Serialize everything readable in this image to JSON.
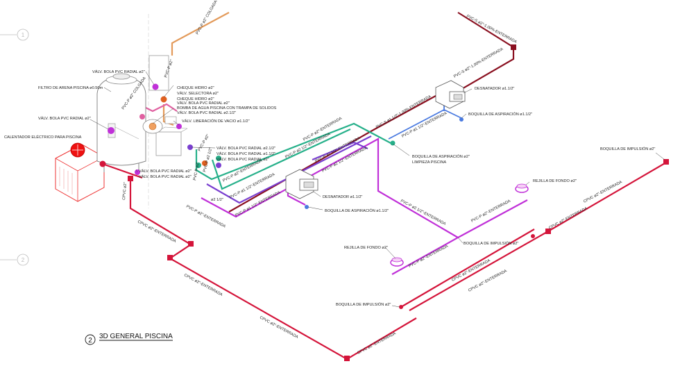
{
  "title": {
    "number": "2",
    "text": "3D GENERAL PISCINA"
  },
  "grid_markers": [
    "1",
    "2"
  ],
  "colors": {
    "cpvc": "#d4143a",
    "pvc_green": "#26b08a",
    "pvc_magenta": "#c030d8",
    "pvc_violet": "#7a3fd0",
    "pvc_darkred": "#8a1020",
    "pvc_blue": "#4a7ae0",
    "pvc_orange": "#e39a5a",
    "pvc_pink": "#e060a0"
  },
  "equipment_labels": {
    "valv_bola_top": "VÁLV. BOLA PVC RADIAL ø2\"",
    "filtro": "FILTRO DE ARENA PISCINA ø0.50m",
    "valv_bola_left": "VÁLV. BOLA PVC RADIAL ø2\"",
    "calentador": "CALENTADOR ELÉCTRICO PARA PISCINA",
    "cheque": "CHEQUE HIDRO ø2\"",
    "valv_selectora": "VÁLV. SELECTORA ø2\"",
    "cheque2": "CHEQUE HIDRO ø2\"",
    "valv_bola_3": "VÁLV. BOLA PVC RADIAL ø2\"",
    "bomba": "BOMBA DE AGUA PISCINA CON TRAMPA DE SOLIDOS",
    "valv_bola_4": "VÁLV. BOLA PVC RADIAL ø2.1/2\"",
    "valv_vacio": "VÁLV. LIBERACIÓN DE VACIO ø1.1/2\"",
    "valv_r1": "VÁLV. BOLA PVC RADIAL ø2.1/2\"",
    "valv_r2": "VÁLV. BOLA PVC RADIAL ø1.1/2\"",
    "valv_r3": "VÁLV. BOLA PVC RADIAL ø2\"",
    "valv_b1": "VÁLV. BOLA PVC RADIAL ø2\"",
    "valv_b2": "VÁLV. BOLA PVC RADIAL ø2\""
  },
  "pool_labels": {
    "desnatador_top": "DESNATADOR ø1.1/2\"",
    "boquilla_asp_top": "BOQUILLA DE ASPIRACIÓN ø1.1/2\"",
    "boquilla_asp_limp_1": "BOQUILLA DE ASPIRACIÓN ø2\"",
    "boquilla_asp_limp_2": "LIMPIEZA PISCINA",
    "desnatador_mid": "DESNATADOR ø1.1/2\"",
    "boquilla_asp_mid": "BOQUILLA DE ASPIRACIÓN ø1.1/2\"",
    "rejilla_right": "REJILLA DE FONDO ø2\"",
    "boquilla_imp_far": "BOQUILLA DE IMPULSIÓN ø2\"",
    "boquilla_imp_mid": "BOQUILLA DE IMPULSIÓN ø2\"",
    "rejilla_left": "REJILLA DE FONDO ø2\"",
    "boquilla_imp_bottom": "BOQUILLA DE IMPULSIÓN ø2\""
  },
  "pipe_labels": {
    "colgada_top": "PVC-P ø2\" COLGADA",
    "pvcp2_vert": "PVC-P ø2\"",
    "colgada_mid": "PVC-P ø2\" COLGADA",
    "top_enterrada": "PVC-S ø2\"-1.00%-ENTERRADA",
    "pvcs_enterrada_right": "PVC-S ø2\"-1.00%-ENTERRADA",
    "pvcs_112": "PVC-S ø1 1/2\"-1.00%-ENTERRADA",
    "pvcp_112_right": "PVC-P ø1 1/2\"-ENTERRADA",
    "pvcp_2_green": "PVC-P ø2\"-ENTERRADA",
    "pvcp_212": "PVC-P ø2 1/2\"-ENTERRADA",
    "pvcp_112_a": "PVC-P ø1 1/2\"-ENTERRADA",
    "pvcp_212_c": "PVC-P ø2 1/2\"-ENTERRADA",
    "pvcp_112_left": "PVC-P ø1 1/2\"-ENTERRADA",
    "pvcp_2_left": "PVC-P ø2\"-ENTERRADA",
    "pvcp_112_b": "PVC-P ø1 1/2\"-ENTERRADA",
    "pvcp_2_low": "PVC-P ø2\"-ENTERRADA",
    "pvcp_212_v": "PVC-P ø2 1/2\"",
    "pvcp_2_v": "PVC-P ø2\"",
    "pvcp_2_v2": "PVC-P ø2\"",
    "pvcp_212_v2": "ø2 1/2\"",
    "pvcp_2_pink": "PVC-P ø2 1/2\"-ENTERRADA",
    "pvcp_2_pink2": "PVC-P ø2\"-ENTERRADA",
    "pvcp_2_pink3": "PVC-P ø2\"-ENTERRADA",
    "cpvc_left_v": "CPVC ø2\"",
    "cpvc_1": "CPVC ø2\"-ENTERRADA",
    "cpvc_2": "CPVC ø2\"-ENTERRADA",
    "cpvc_3": "CPVC ø2\"-ENTERRADA",
    "cpvc_4": "CPVC ø2\"-ENTERRADA",
    "cpvc_5": "CPVC ø2\"-ENTERRADA",
    "cpvc_6": "CPVC ø2\"-ENTERRADA",
    "cpvc_7": "CPVC ø2\"-ENTERRADA",
    "cpvc_8": "CPVC ø2\"-ENTERRADA"
  }
}
